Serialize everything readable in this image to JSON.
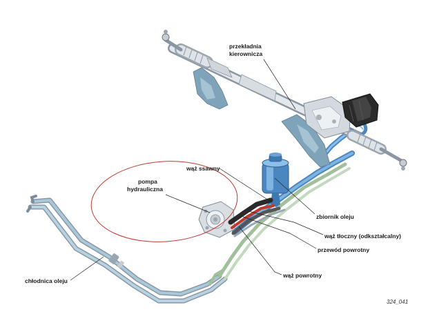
{
  "labels": {
    "steering_gear_line1": "przekładnia",
    "steering_gear_line2": "kierownicza",
    "suction_hose": "wąż ssawny",
    "pump_line1": "pompa",
    "pump_line2": "hydrauliczna",
    "oil_reservoir": "zbiornik oleju",
    "pressure_hose": "wąż tłoczny (odkształcalny)",
    "return_line": "przewód powrotny",
    "return_hose": "wąż powrotny",
    "oil_cooler": "chłodnica oleju"
  },
  "figure_ref": "324_041",
  "colors": {
    "pressure_pipe": "#5b9bd5",
    "return_pipe": "#9fc09a",
    "metal_light": "#e4e8ec",
    "metal_dark": "#8a96a3",
    "bracket": "#7fa3b8",
    "highlight_ellipse": "#c0392b",
    "suction_hose": "#c0392b",
    "boot": "#2a2a2a"
  }
}
